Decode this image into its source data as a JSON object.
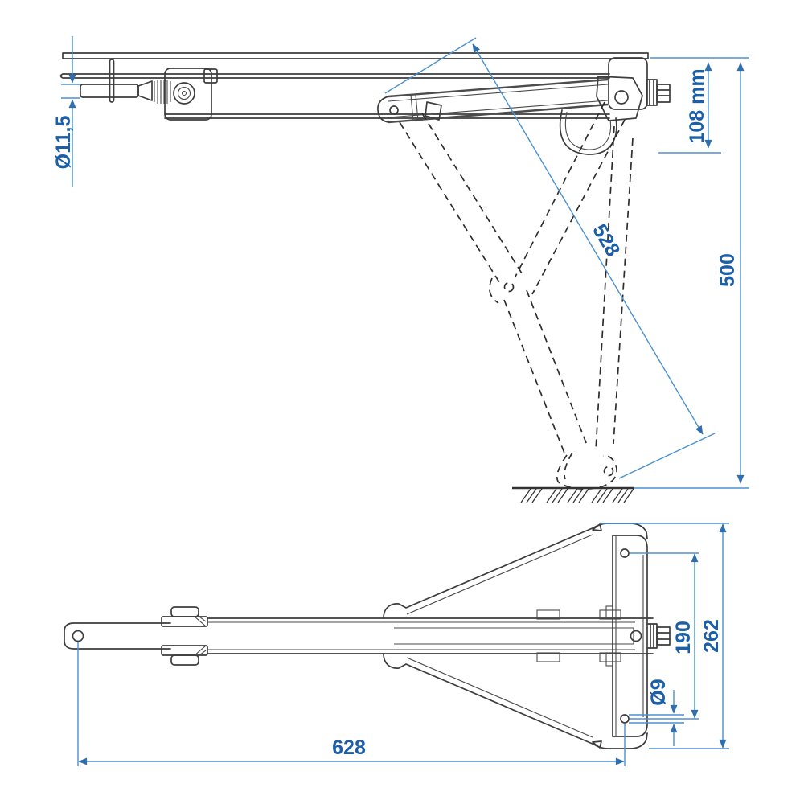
{
  "drawing": {
    "kind": "technical-drawing",
    "colors": {
      "dimension_line": "#4a90d0",
      "dimension_text": "#1b5fa8",
      "outline": "#3d3d3d"
    },
    "side_view": {
      "dimensions": {
        "rod_diameter": "Ø11,5",
        "pivot_height": "108 mm",
        "leg_length": "528",
        "overall_height": "500"
      }
    },
    "plan_view": {
      "dimensions": {
        "overall_length": "628",
        "hole_pitch": "190",
        "overall_width": "262",
        "hole_diameter": "Ø9"
      }
    }
  }
}
